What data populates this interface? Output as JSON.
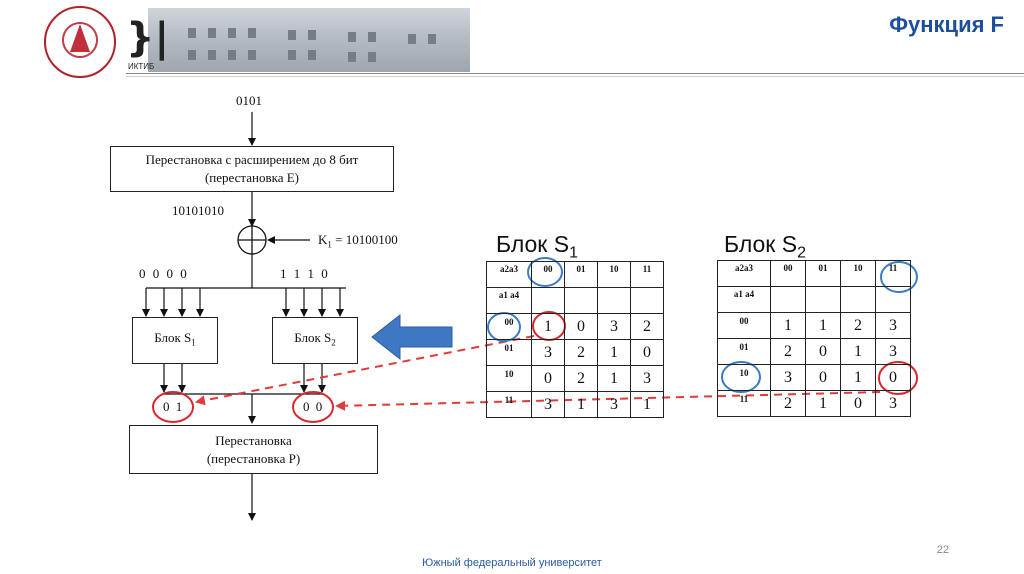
{
  "header": {
    "title": "Функция F",
    "logo_label": "ИКТИБ"
  },
  "scheme": {
    "input_bits": "0101",
    "expansion_box": {
      "line1": "Перестановка с расширением до 8 бит",
      "line2": "(перестановка E)"
    },
    "expanded_bits": "10101010",
    "key_label": "K",
    "key_sub": "1",
    "key_value": "= 10100100",
    "left_bits": "0 0 0 0",
    "right_bits": "1 1 1 0",
    "block1_label": "Блок S",
    "block1_sub": "1",
    "block2_label": "Блок S",
    "block2_sub": "2",
    "out_left": "0 1",
    "out_right": "0 0",
    "perm_box": {
      "line1": "Перестановка",
      "line2": "(перестановка P)"
    }
  },
  "sbox1": {
    "title": "Блок S",
    "title_sub": "1",
    "corner_col": "a2a3",
    "corner_row": "a1 a4",
    "col_headers": [
      "00",
      "01",
      "10",
      "11"
    ],
    "row_headers": [
      "00",
      "01",
      "10",
      "11"
    ],
    "rows": [
      [
        "1",
        "0",
        "3",
        "2"
      ],
      [
        "3",
        "2",
        "1",
        "0"
      ],
      [
        "0",
        "2",
        "1",
        "3"
      ],
      [
        "3",
        "1",
        "3",
        "1"
      ]
    ]
  },
  "sbox2": {
    "title": "Блок S",
    "title_sub": "2",
    "corner_col": "a2a3",
    "corner_row": "a1 a4",
    "col_headers": [
      "00",
      "01",
      "10",
      "11"
    ],
    "row_headers": [
      "00",
      "01",
      "10",
      "11"
    ],
    "rows": [
      [
        "1",
        "1",
        "2",
        "3"
      ],
      [
        "2",
        "0",
        "1",
        "3"
      ],
      [
        "3",
        "0",
        "1",
        "0"
      ],
      [
        "2",
        "1",
        "0",
        "3"
      ]
    ]
  },
  "colors": {
    "title": "#1b4f9c",
    "highlight_red": "#d9262e",
    "highlight_blue": "#3b7bc6",
    "arrow_blue": "#3e78c4",
    "dashed": "#e03a3a"
  },
  "footer": {
    "university": "Южный федеральный университет",
    "page": "22"
  }
}
